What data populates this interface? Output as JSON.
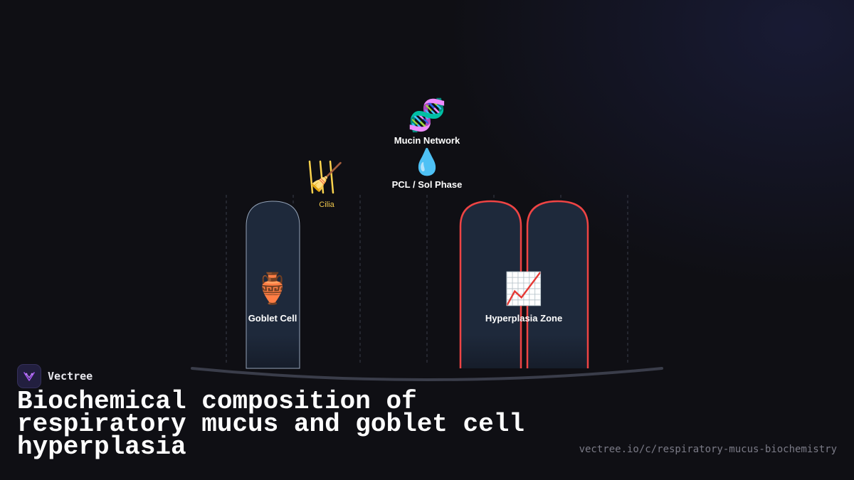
{
  "diagram": {
    "labels": {
      "mucin_network": "Mucin Network",
      "pcl_sol_phase": "PCL / Sol Phase",
      "cilia": "Cilia",
      "goblet_cell": "Goblet Cell",
      "hyperplasia_zone": "Hyperplasia Zone"
    },
    "icons": {
      "mucin_network": "🧬",
      "pcl_sol_phase": "💧",
      "cilia": "🧹",
      "goblet_cell": "🏺",
      "hyperplasia_zone": "📈"
    },
    "colors": {
      "cell_fill": "#1e293b",
      "normal_outline": "#94a3b8",
      "hyperplasia_outline": "#ef4444",
      "cilia": "#fcd34d",
      "membrane": "#3a3d4a"
    }
  },
  "brand": {
    "name": "Vectree"
  },
  "title": "Biochemical composition of respiratory mucus and goblet cell hyperplasia",
  "url": "vectree.io/c/respiratory-mucus-biochemistry"
}
